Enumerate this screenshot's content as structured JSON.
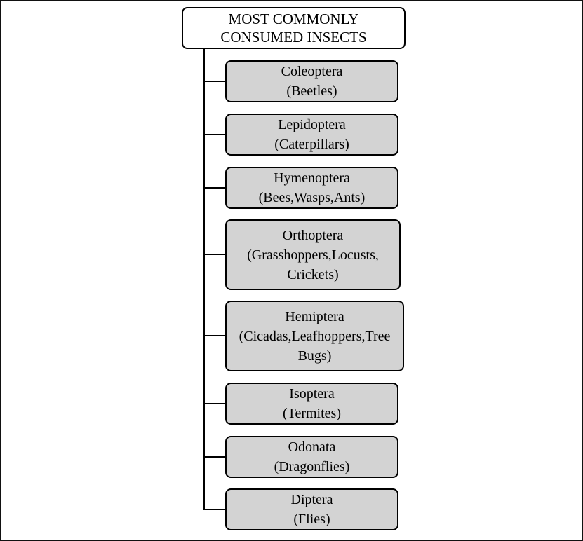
{
  "title_box": {
    "label": "MOST COMMONLY CONSUMED INSECTS"
  },
  "nodes": [
    {
      "name": "Coleoptera",
      "desc": "(Beetles)"
    },
    {
      "name": "Lepidoptera",
      "desc": "(Caterpillars)"
    },
    {
      "name": "Hymenoptera",
      "desc": "(Bees,Wasps,Ants)"
    },
    {
      "name": "Orthoptera",
      "desc": "(Grasshoppers,Locusts, Crickets)"
    },
    {
      "name": "Hemiptera",
      "desc": "(Cicadas,Leafhoppers,Tree Bugs)"
    },
    {
      "name": "Isoptera",
      "desc": "(Termites)"
    },
    {
      "name": "Odonata",
      "desc": "(Dragonflies)"
    },
    {
      "name": "Diptera",
      "desc": "(Flies)"
    }
  ],
  "colors": {
    "node_fill": "#d3d3d3",
    "root_fill": "#ffffff",
    "border": "#000000",
    "connector": "#000000",
    "frame": "#111111"
  }
}
